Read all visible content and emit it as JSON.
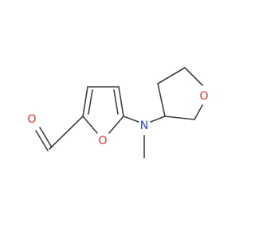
{
  "colors": {
    "bond": "#3f3f3f",
    "oxygen": "#e8332e",
    "nitrogen": "#2f3cf0",
    "background": "#ffffff"
  },
  "atoms": {
    "aldehyde_oxygen": "O",
    "furan_oxygen": "O",
    "amine_nitrogen": "N",
    "oxolane_oxygen": "O"
  }
}
